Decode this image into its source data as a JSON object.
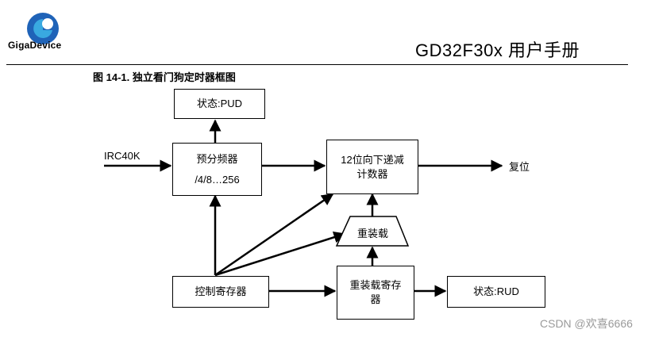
{
  "header": {
    "logo_text": "GigaDevice",
    "doc_title": "GD32F30x 用户手册"
  },
  "figure": {
    "caption": "图 14-1. 独立看门狗定时器框图"
  },
  "diagram": {
    "status_pud": "状态:PUD",
    "prescaler_line1": "预分频器",
    "prescaler_line2": "/4/8…256",
    "counter_line1": "12位向下递减",
    "counter_line2": "计数器",
    "reload": "重装载",
    "control_reg": "控制寄存器",
    "reload_reg_line1": "重装载寄存",
    "reload_reg_line2": "器",
    "status_rud": "状态:RUD",
    "clock_input": "IRC40K",
    "reset_output": "复位"
  },
  "watermark": "CSDN @欢喜6666",
  "colors": {
    "logo_blue": "#1f63b8",
    "logo_light_blue": "#39a9e0",
    "watermark_gray": "#9a9a9a"
  }
}
